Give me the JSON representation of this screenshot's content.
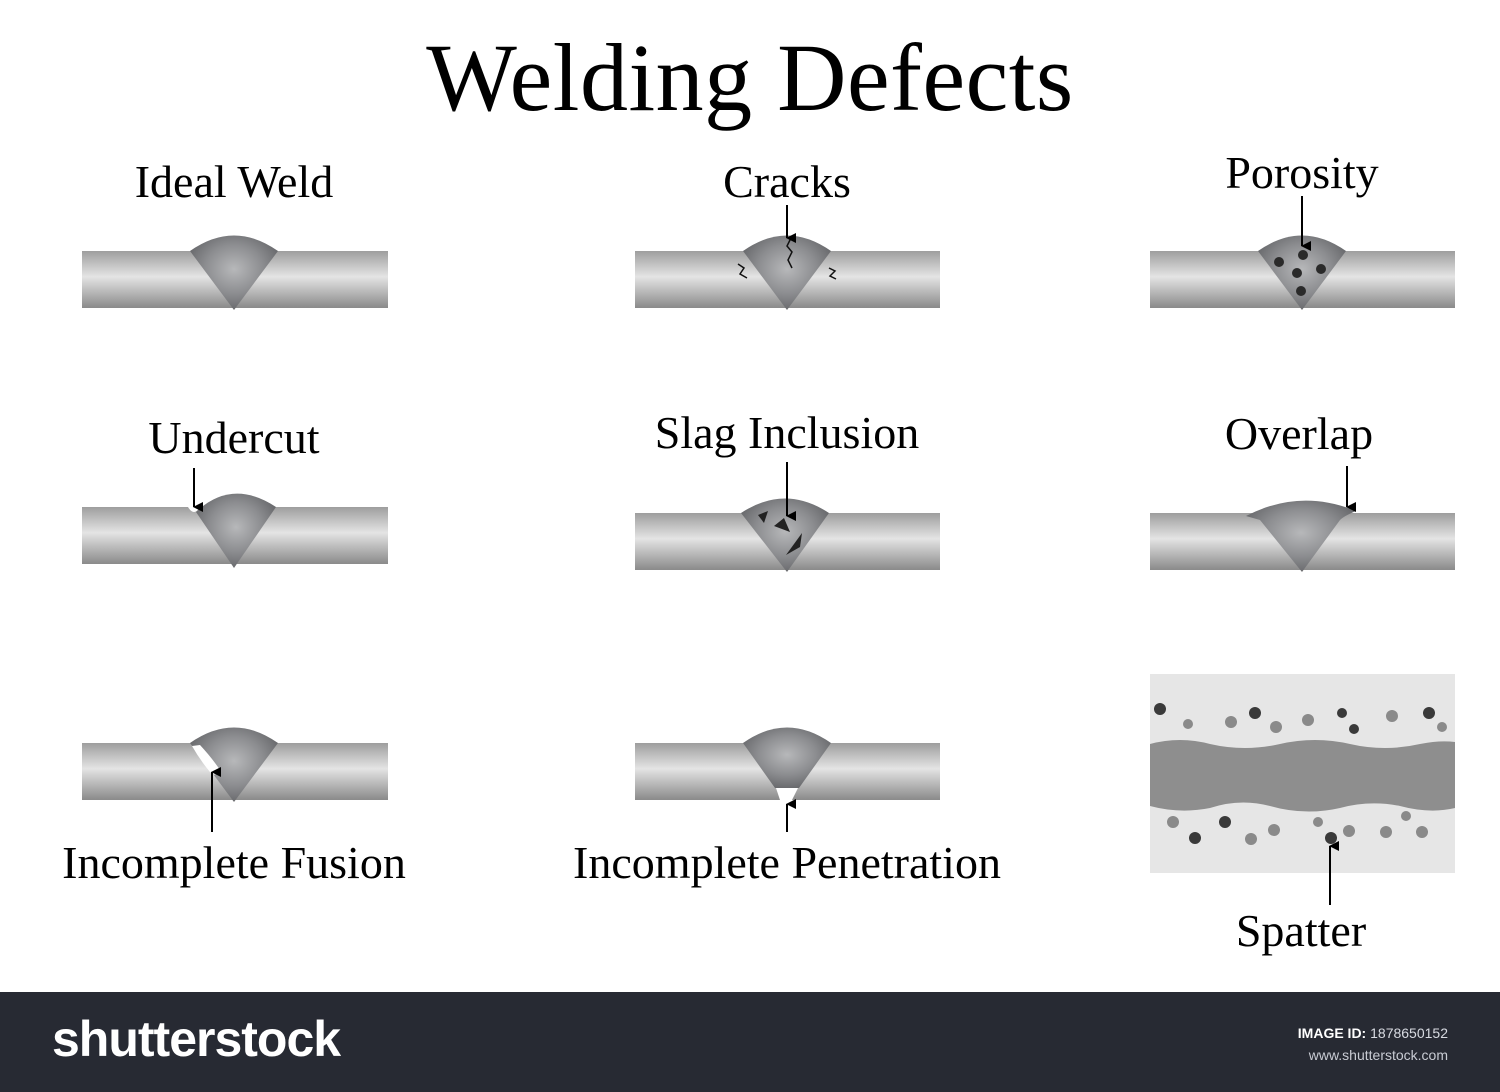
{
  "title": "Welding Defects",
  "defects": [
    {
      "id": "ideal-weld",
      "label": "Ideal Weld"
    },
    {
      "id": "cracks",
      "label": "Cracks"
    },
    {
      "id": "porosity",
      "label": "Porosity"
    },
    {
      "id": "undercut",
      "label": "Undercut"
    },
    {
      "id": "slag-inclusion",
      "label": "Slag Inclusion"
    },
    {
      "id": "overlap",
      "label": "Overlap"
    },
    {
      "id": "incomplete-fusion",
      "label": "Incomplete Fusion"
    },
    {
      "id": "incomplete-penetration",
      "label": "Incomplete Penetration"
    },
    {
      "id": "spatter",
      "label": "Spatter"
    }
  ],
  "footer": {
    "brand": "shutterstock",
    "image_id_label": "IMAGE ID:",
    "image_id": "1878650152",
    "url": "www.shutterstock.com"
  },
  "colors": {
    "plate": "#b3b3b3",
    "weld": "#8f9092",
    "spatter_bg": "#e6e6e6",
    "footer_bg": "#272a33"
  }
}
